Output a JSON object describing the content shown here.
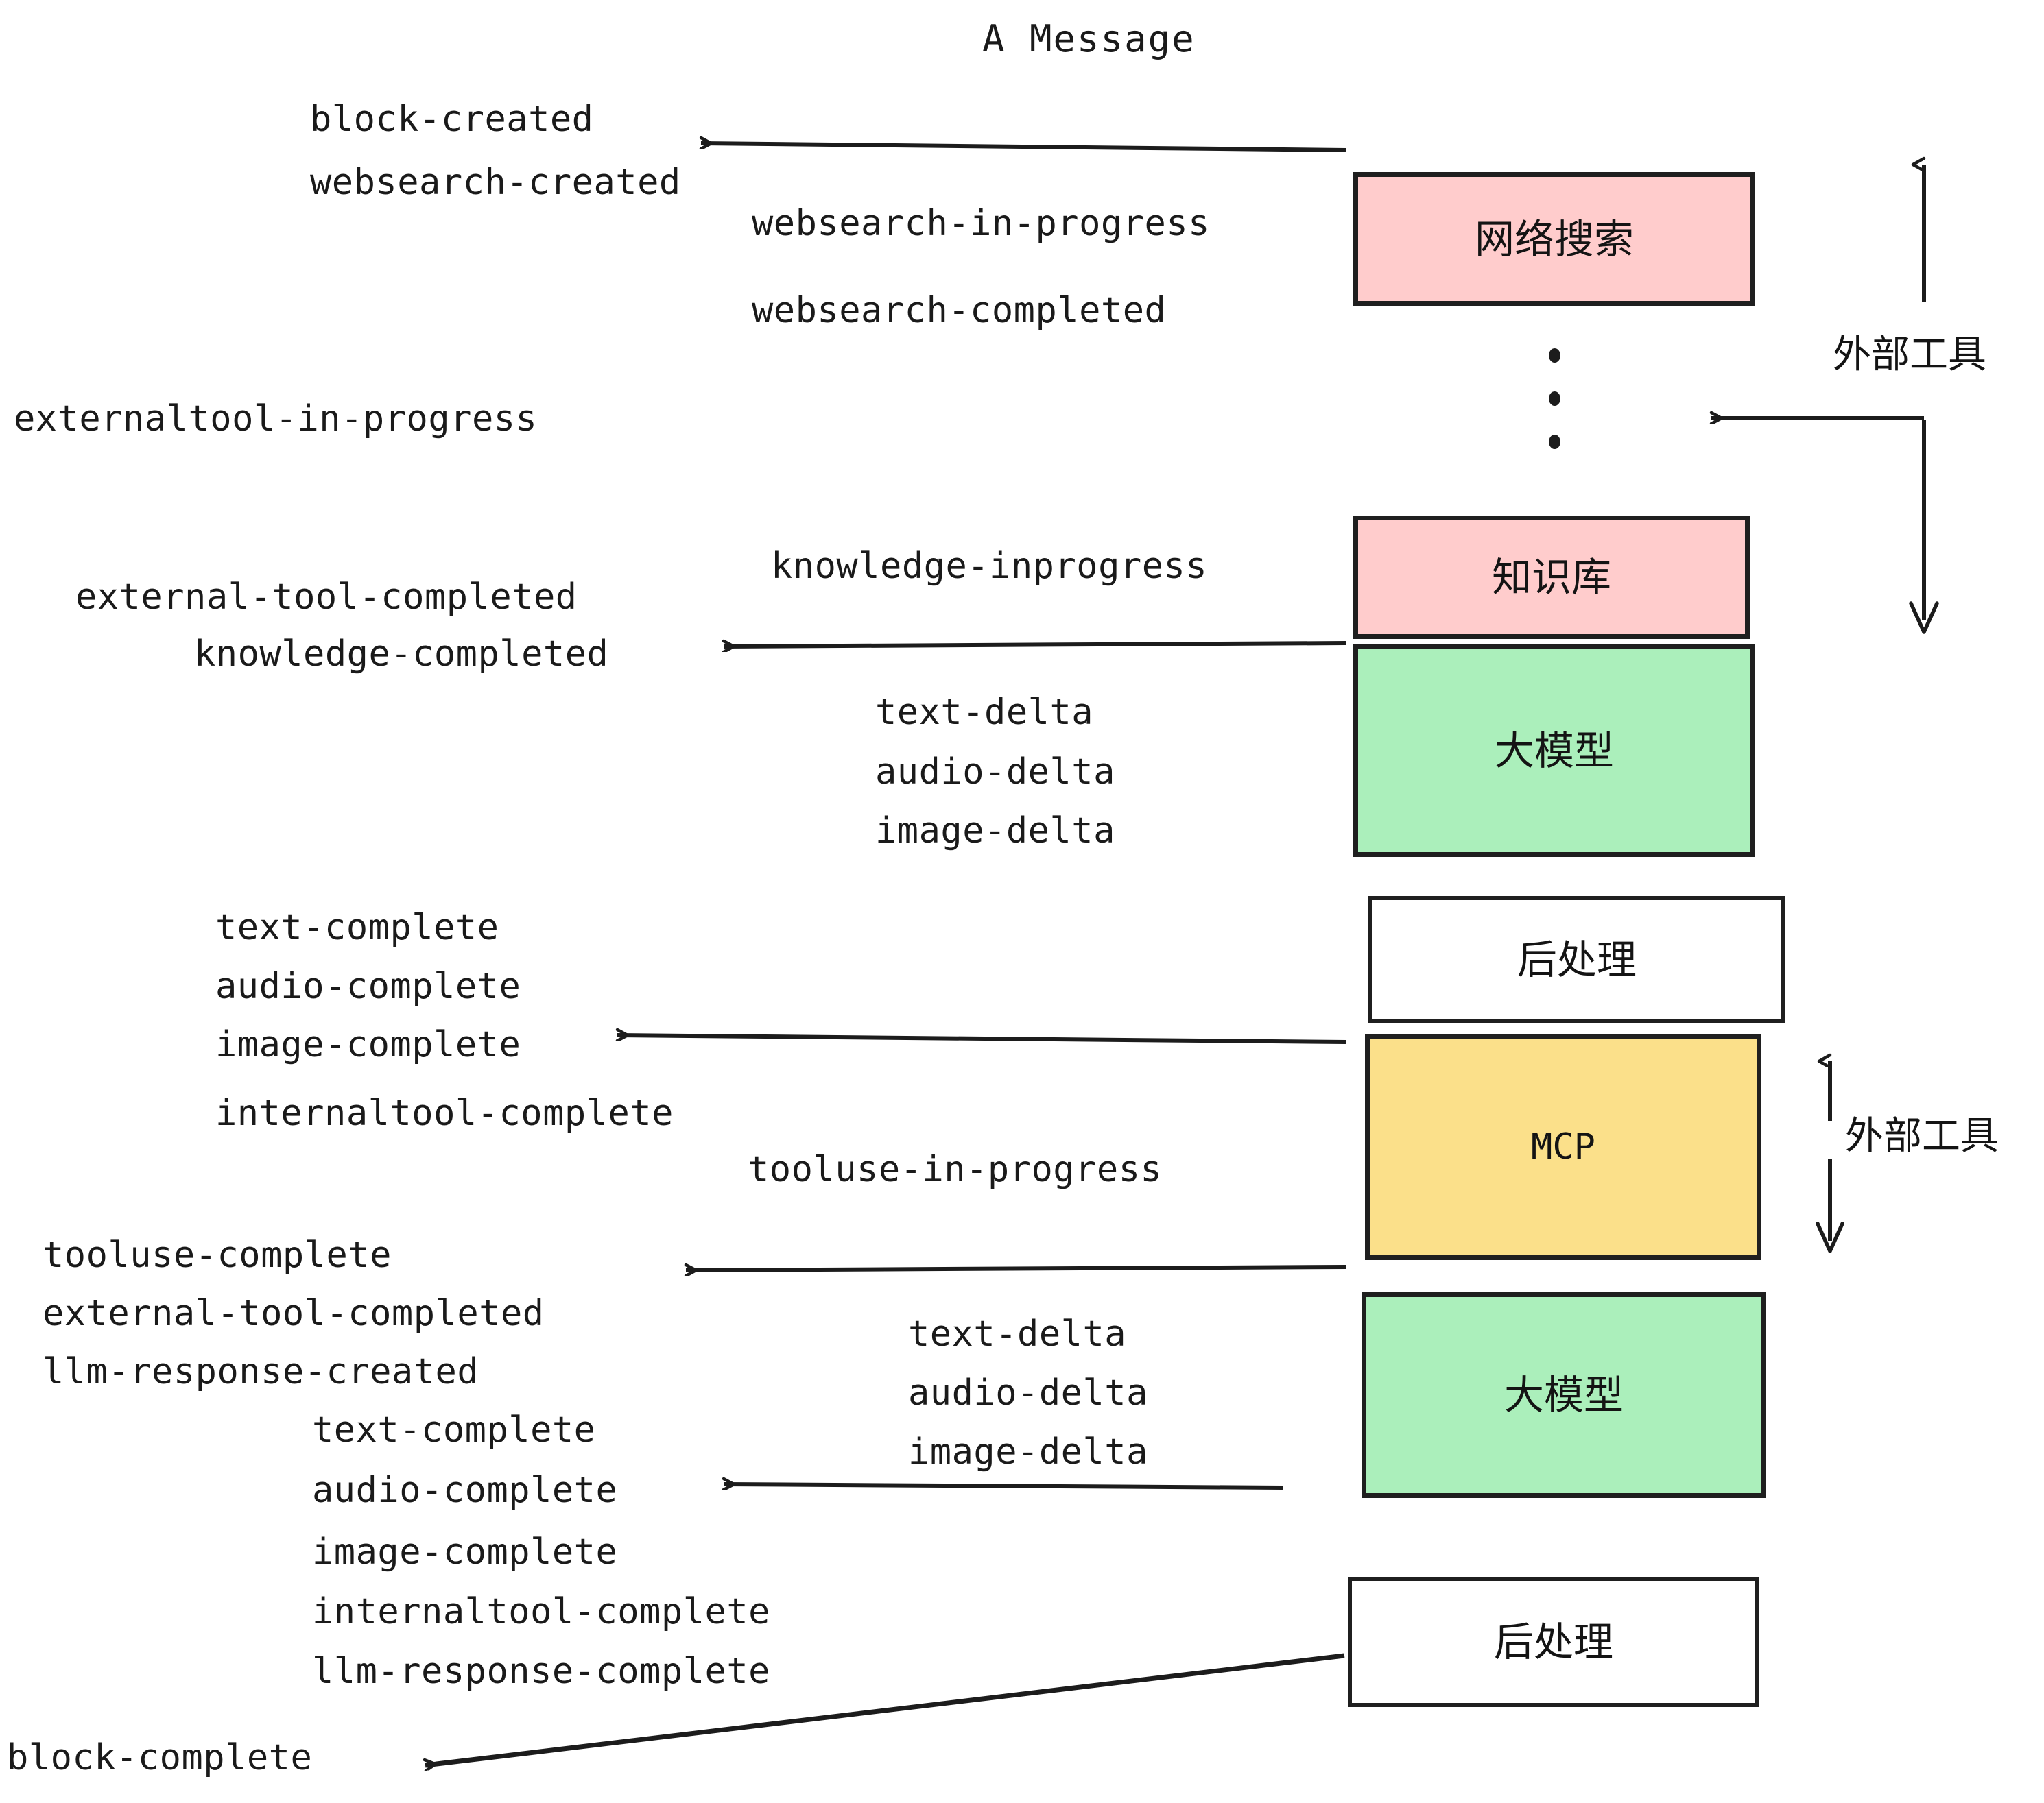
{
  "title": "A Message",
  "colors": {
    "websearch_fill": "#ffcccc",
    "knowledge_fill": "#ffcccc",
    "llm_fill": "#abefbb",
    "mcp_fill": "#fbe08a",
    "postprocess_fill": "#ffffff",
    "stroke": "#1f1f1f",
    "text": "#1a1a1a",
    "background": "#ffffff"
  },
  "nodes": [
    {
      "id": "websearch",
      "label": "网络搜索",
      "fill": "#ffcccc"
    },
    {
      "id": "knowledge",
      "label": "知识库",
      "fill": "#ffcccc"
    },
    {
      "id": "llm_top",
      "label": "大模型",
      "fill": "#abefbb"
    },
    {
      "id": "postprocess_top",
      "label": "后处理",
      "fill": "#ffffff"
    },
    {
      "id": "mcp",
      "label": "MCP",
      "fill": "#fbe08a"
    },
    {
      "id": "llm_bottom",
      "label": "大模型",
      "fill": "#abefbb"
    },
    {
      "id": "postprocess_bottom",
      "label": "后处理",
      "fill": "#ffffff"
    }
  ],
  "side_annotations": [
    {
      "id": "external-tool-top",
      "label": "外部工具"
    },
    {
      "id": "external-tool-bottom",
      "label": "外部工具"
    }
  ],
  "events": {
    "block_created": "block-created",
    "websearch_created": "websearch-created",
    "websearch_in_progress": "websearch-in-progress",
    "websearch_completed": "websearch-completed",
    "externaltool_in_progress": "externaltool-in-progress",
    "knowledge_inprogress": "knowledge-inprogress",
    "external_tool_completed_1": "external-tool-completed",
    "knowledge_completed": "knowledge-completed",
    "text_delta_1": "text-delta",
    "audio_delta_1": "audio-delta",
    "image_delta_1": "image-delta",
    "text_complete_1": "text-complete",
    "audio_complete_1": "audio-complete",
    "image_complete_1": "image-complete",
    "internaltool_complete_1": "internaltool-complete",
    "tooluse_in_progress": "tooluse-in-progress",
    "tooluse_complete": "tooluse-complete",
    "external_tool_completed_2": "external-tool-completed",
    "llm_response_created": "llm-response-created",
    "text_delta_2": "text-delta",
    "audio_delta_2": "audio-delta",
    "image_delta_2": "image-delta",
    "text_complete_2": "text-complete",
    "audio_complete_2": "audio-complete",
    "image_complete_2": "image-complete",
    "internaltool_complete_2": "internaltool-complete",
    "llm_response_complete": "llm-response-complete",
    "block_complete": "block-complete"
  },
  "ellipsis": {
    "id": "vertical-ellipsis",
    "count": 3
  }
}
